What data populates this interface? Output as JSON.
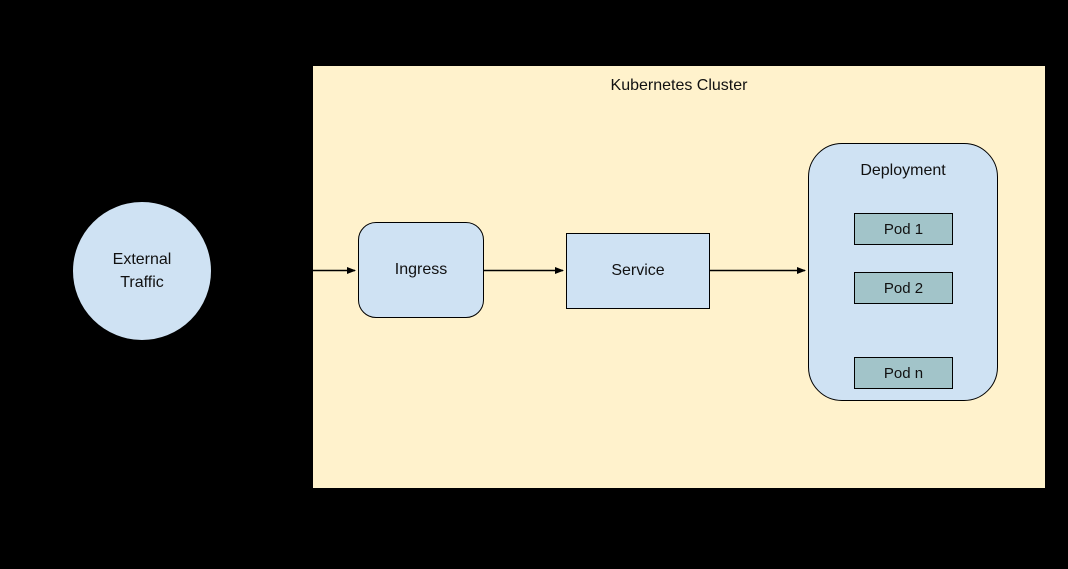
{
  "diagram": {
    "cluster_title": "Kubernetes Cluster",
    "nodes": {
      "external_traffic": {
        "label": "External Traffic",
        "shape": "circle"
      },
      "ingress": {
        "label": "Ingress",
        "shape": "rounded-rect"
      },
      "service": {
        "label": "Service",
        "shape": "rect"
      },
      "deployment": {
        "label": "Deployment",
        "shape": "rounded-rect"
      },
      "pods": [
        {
          "label": "Pod 1"
        },
        {
          "label": "Pod 2"
        },
        {
          "label": "Pod n"
        }
      ]
    },
    "edges": [
      {
        "from": "external-traffic",
        "to": "ingress",
        "style": "solid-arrow"
      },
      {
        "from": "ingress",
        "to": "service",
        "style": "solid-arrow"
      },
      {
        "from": "service",
        "to": "deployment",
        "style": "solid-arrow"
      },
      {
        "from": "pod-2",
        "to": "pod-n",
        "style": "dashed"
      }
    ],
    "colors": {
      "background": "#000000",
      "cluster_fill": "#FFF2CC",
      "node_fill": "#CFE2F3",
      "pod_fill": "#A2C4C9",
      "line": "#000000",
      "text": "#111111"
    }
  }
}
